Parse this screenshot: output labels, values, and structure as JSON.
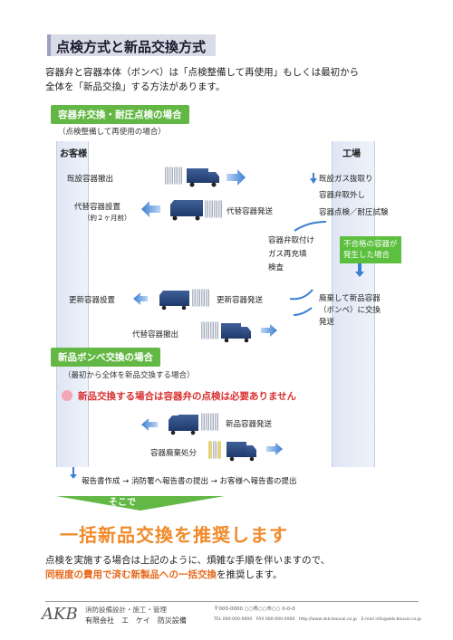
{
  "title": "点検方式と新品交換方式",
  "intro": {
    "line1": "容器弁と容器本体（ボンベ）は「点検整備して再使用」もしくは最初から",
    "line2": "全体を「新品交換」する方法があります。"
  },
  "section1": {
    "label": "容器弁交換・耐圧点検の場合",
    "sub": "（点検整備して再使用の場合）",
    "customer_label": "お客様",
    "factory_label": "工場",
    "steps": {
      "c1": "既設容器撤出",
      "c2": "代替容器設置",
      "c2_note": "（約２ヶ月前）",
      "c3": "代替容器発送",
      "f1": "既設ガス抜取り",
      "f2": "容器弁取外し",
      "f3": "容器点検／耐圧試験",
      "m1": "容器弁取付け",
      "m2": "ガス再充填",
      "m3": "検査",
      "c4": "更新容器設置",
      "c5": "更新容器発送",
      "f4": "廃棄して新品容器",
      "f5": "（ボンベ）に交換",
      "f6": "発送",
      "c6": "代替容器撤出"
    },
    "alert": {
      "line1": "不合格の容器が",
      "line2": "発生した場合"
    }
  },
  "section2": {
    "label": "新品ボンベ交換の場合",
    "sub": "（最初から全体を新品交換する場合）",
    "note": "新品交換する場合は容器弁の点検は必要ありません",
    "s1": "新品容器発送",
    "s2": "容器廃棄処分"
  },
  "report": "報告書作成 → 消防署へ報告書の提出 → お客様へ報告書の提出",
  "banner": "そこで",
  "headline": "一括新品交換を推奨します",
  "conclusion": {
    "line1": "点検を実施する場合は上記のように、煩雑な手順を伴いますので、",
    "line2_highlight": "同程度の費用で済む新製品への一括交換",
    "line2_rest": "を推奨します。"
  },
  "footer": {
    "logo": "AKB",
    "desc": "消防設備設計・施工・管理",
    "company": "有限会社　エ　ケイ　防災設備",
    "address": "〒000-0000 ○○県○○市○○ 0-0-0",
    "tel": "TEL 000-000-0000　FAX 000-000-0000　http://www.akb-bousai.co.jp　E-mail info@akb-bousai.co.jp"
  },
  "colors": {
    "green": "#63b845",
    "orange": "#f08a2a",
    "red": "#d93030",
    "column": "#dfe6f4",
    "arrow": "#3b7fd1"
  }
}
